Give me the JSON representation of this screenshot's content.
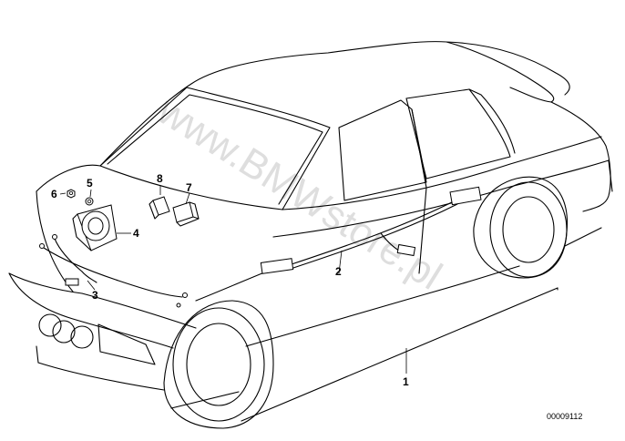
{
  "diagram": {
    "watermark": "www.BMWstore.pl",
    "catalog_code": "00009112",
    "callouts": [
      {
        "id": "c1",
        "label": "1"
      },
      {
        "id": "c2",
        "label": "2"
      },
      {
        "id": "c3",
        "label": "3"
      },
      {
        "id": "c4",
        "label": "4"
      },
      {
        "id": "c5",
        "label": "5"
      },
      {
        "id": "c6",
        "label": "6"
      },
      {
        "id": "c7",
        "label": "7"
      },
      {
        "id": "c8",
        "label": "8"
      }
    ]
  }
}
